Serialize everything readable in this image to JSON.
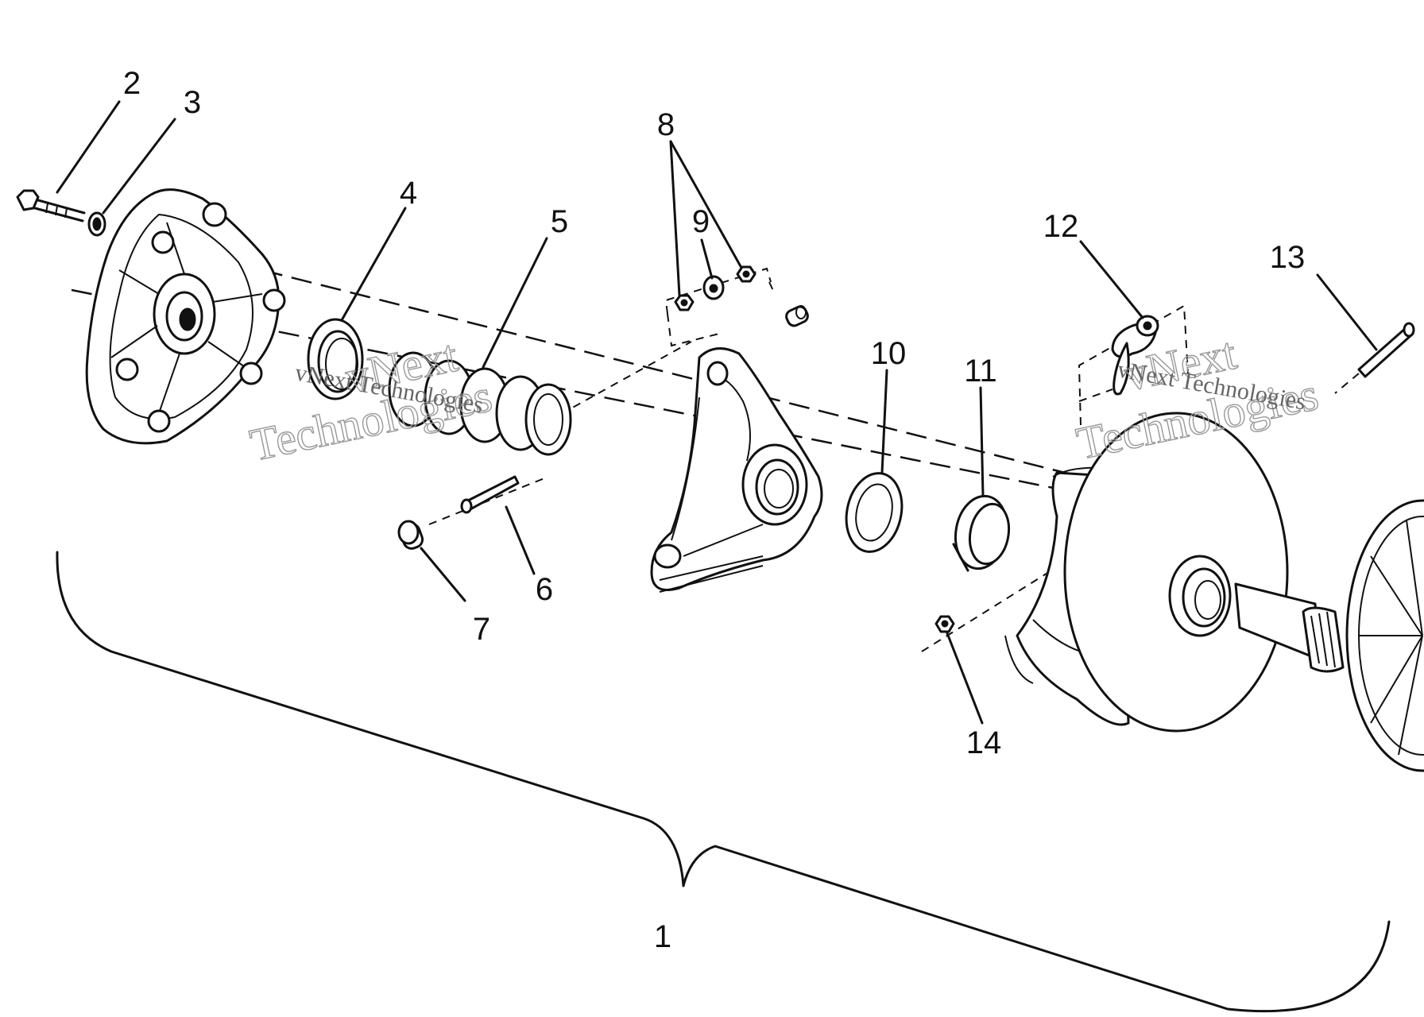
{
  "callouts": {
    "c1": "1",
    "c2": "2",
    "c3": "3",
    "c4": "4",
    "c5": "5",
    "c6": "6",
    "c7": "7",
    "c8": "8",
    "c9": "9",
    "c10": "10",
    "c11": "11",
    "c12": "12",
    "c13": "13",
    "c14": "14"
  },
  "watermark": {
    "brand_a": "vNext",
    "brand_b": "Technologies",
    "caption": "vNext Technologies"
  }
}
